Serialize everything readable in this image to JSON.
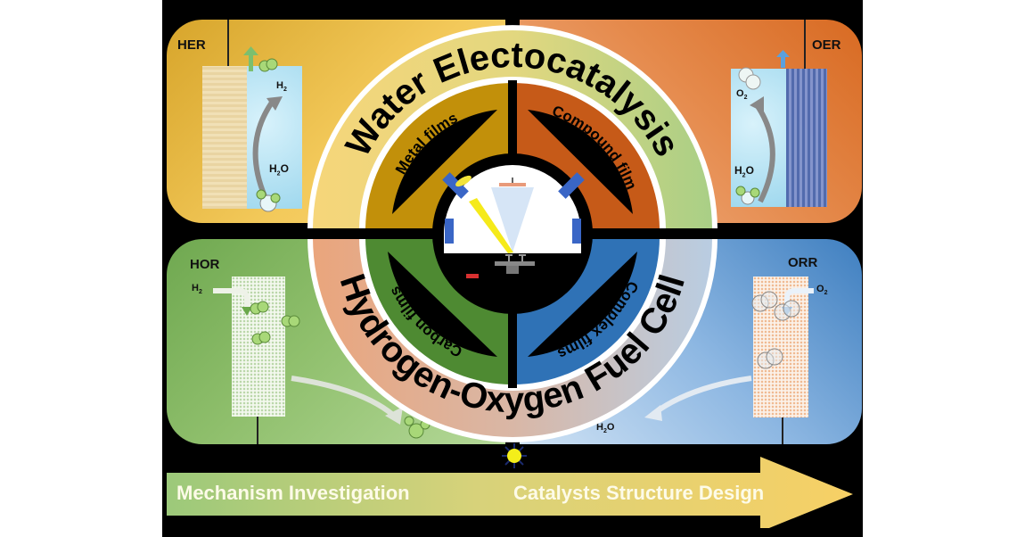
{
  "figure": {
    "center_ring_top": "Water Electocatalysis",
    "center_ring_bottom": "Hydrogen-Oxygen Fuel Cell",
    "quadrants": [
      {
        "id": "metal",
        "label": "Metal films",
        "color": "#c2900a"
      },
      {
        "id": "compound",
        "label": "Compound film",
        "color": "#c65a18"
      },
      {
        "id": "carbon",
        "label": "Carbon films",
        "color": "#4e8a32"
      },
      {
        "id": "complex",
        "label": "Complex films",
        "color": "#2f72b6"
      }
    ],
    "panels": {
      "her": {
        "title": "HER",
        "product": "H",
        "product_sub": "2",
        "reactant": "H",
        "reactant_sub": "2",
        "reactant_tail": "O"
      },
      "oer": {
        "title": "OER",
        "product": "O",
        "product_sub": "2",
        "reactant": "H",
        "reactant_sub": "2",
        "reactant_tail": "O"
      },
      "hor": {
        "title": "HOR",
        "input": "H",
        "input_sub": "2"
      },
      "orr": {
        "title": "ORR",
        "input": "O",
        "input_sub": "2",
        "output": "H",
        "output_sub": "2",
        "output_tail": "O"
      }
    },
    "banner": {
      "left_text": "Mechanism Investigation",
      "right_text": "Catalysts Structure Design"
    },
    "colors": {
      "her_bg": "#e9b63a",
      "oer_bg": "#e58a4c",
      "hor_bg": "#8fbf6c",
      "orr_bg": "#8db7e2",
      "ring_top_left": "#f6d67a",
      "ring_top_right": "#a9cf86",
      "ring_bottom_left": "#eaa57c",
      "ring_bottom_right": "#b9cde2"
    }
  }
}
